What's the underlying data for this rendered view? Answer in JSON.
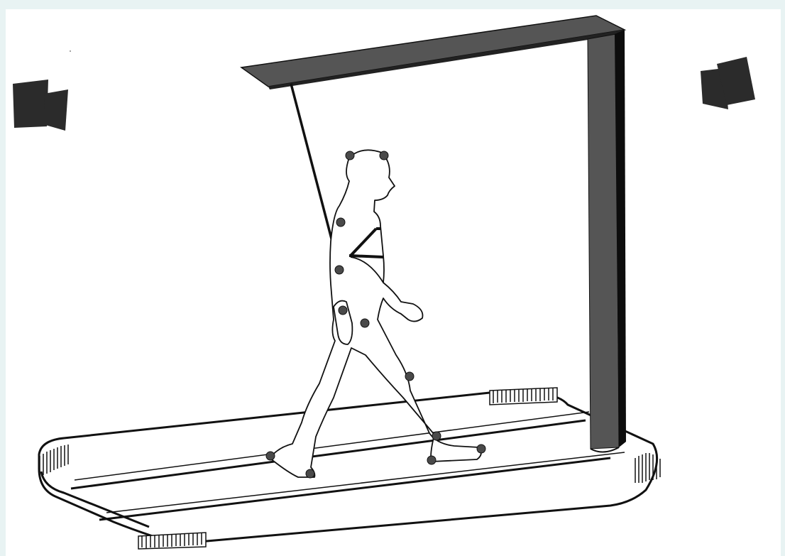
{
  "figure": {
    "description_visible_text": "",
    "colors": {
      "background": "#e8f3f3",
      "canvas": "#ffffff",
      "frame_dark": "#555555",
      "frame_shadow": "#111111",
      "outline": "#111111",
      "marker": "#4a4a4a",
      "camera": "#2b2b2b"
    },
    "components": [
      "left-camera-icon",
      "right-camera-icon",
      "overhead-support-frame",
      "harness-suspension-cable",
      "walking-human-figure",
      "reflective-motion-markers",
      "treadmill-platform"
    ]
  }
}
